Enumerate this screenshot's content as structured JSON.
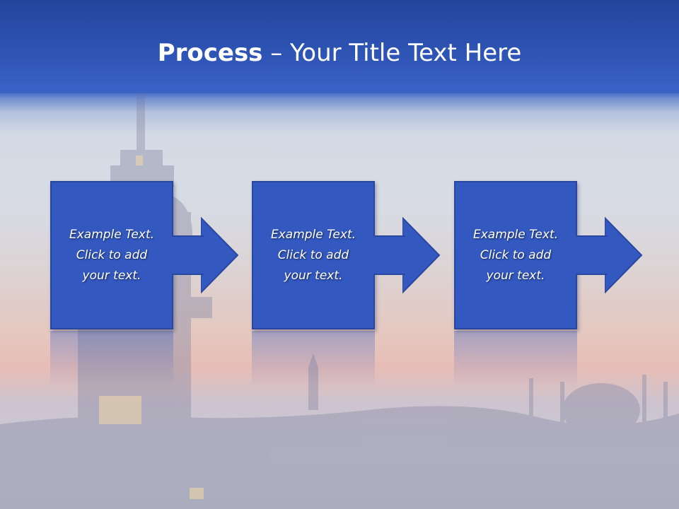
{
  "slide": {
    "title_bold": "Process",
    "title_rest": " – Your Title Text Here"
  },
  "steps": [
    {
      "line1": "Example Text.",
      "line2": "Click  to add",
      "line3": "your text."
    },
    {
      "line1": "Example Text.",
      "line2": "Click  to add",
      "line3": "your text."
    },
    {
      "line1": "Example Text.",
      "line2": "Click  to add",
      "line3": "your text."
    }
  ],
  "colors": {
    "header": "#2e55b6",
    "box_fill": "#3358bf",
    "box_border": "#2a47a0",
    "text": "#ffffff"
  }
}
